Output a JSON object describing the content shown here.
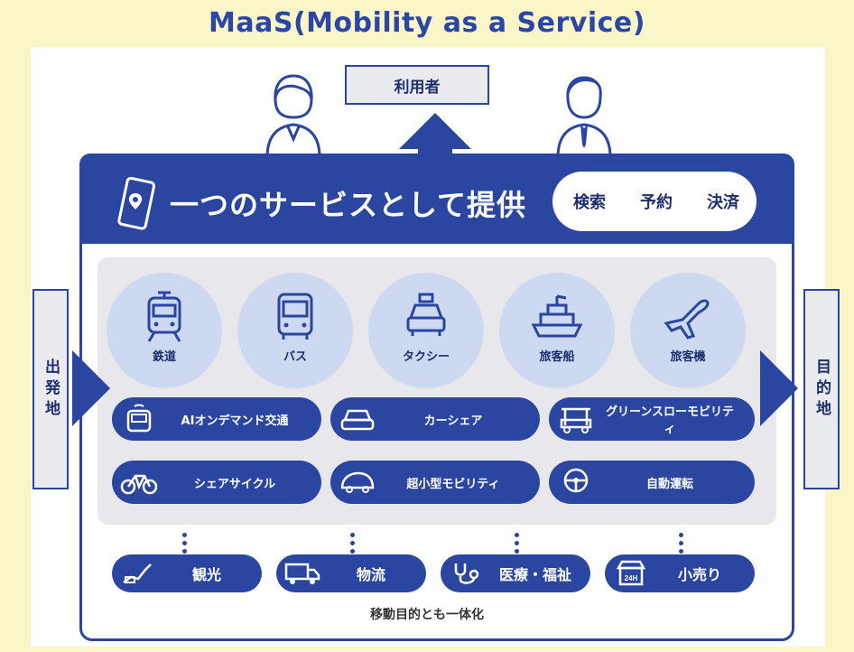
{
  "title": "MaaS(Mobility as a Service)",
  "user_box": "利用者",
  "band": {
    "title": "一つのサービスとして提供",
    "pills": [
      "検索",
      "予約",
      "決済"
    ]
  },
  "transport_circles": [
    {
      "label": "鉄道",
      "icon": "train-icon"
    },
    {
      "label": "バス",
      "icon": "bus-icon"
    },
    {
      "label": "タクシー",
      "icon": "taxi-icon"
    },
    {
      "label": "旅客船",
      "icon": "ship-icon"
    },
    {
      "label": "旅客機",
      "icon": "airplane-icon"
    }
  ],
  "mobility_pills": [
    {
      "label": "AIオンデマンド交通",
      "icon": "ondemand-bus-icon"
    },
    {
      "label": "カーシェア",
      "icon": "car-icon"
    },
    {
      "label": "グリーンスローモビリティ",
      "icon": "golf-cart-icon"
    },
    {
      "label": "シェアサイクル",
      "icon": "bicycle-icon"
    },
    {
      "label": "超小型モビリティ",
      "icon": "small-car-icon"
    },
    {
      "label": "自動運転",
      "icon": "steering-wheel-icon"
    }
  ],
  "origin": "出発地",
  "destination": "目的地",
  "services": [
    {
      "label": "観光",
      "icon": "sightseeing-icon"
    },
    {
      "label": "物流",
      "icon": "truck-icon"
    },
    {
      "label": "医療・福祉",
      "icon": "stethoscope-icon"
    },
    {
      "label": "小売り",
      "icon": "store-24h-icon"
    }
  ],
  "caption": "移動目的とも一体化",
  "colors": {
    "primary": "#2b46a0",
    "light": "#cdd9f0",
    "background": "#fbf6c8",
    "grey": "#e8e8ec"
  }
}
